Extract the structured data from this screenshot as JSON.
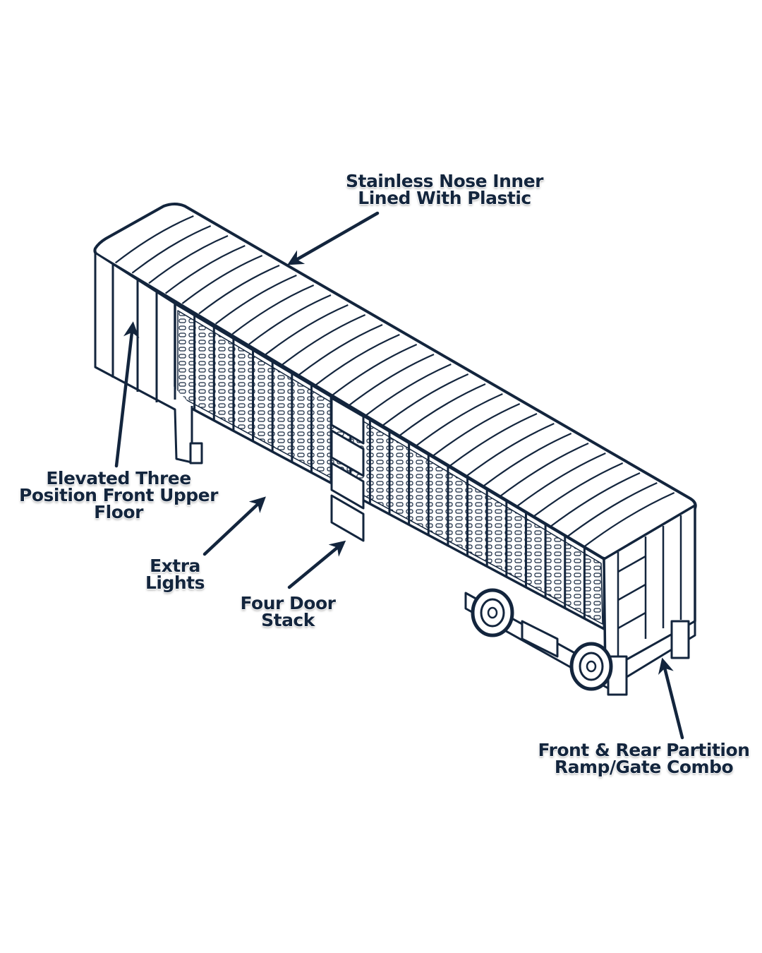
{
  "colors": {
    "ink": "#13253d",
    "background": "#ffffff"
  },
  "callouts": {
    "nose": {
      "line1": "Stainless Nose Inner",
      "line2": "Lined With Plastic"
    },
    "floor": {
      "line1": "Elevated Three",
      "line2": "Position Front Upper",
      "line3": "Floor"
    },
    "lights": {
      "line1": "Extra",
      "line2": "Lights"
    },
    "doors": {
      "line1": "Four Door",
      "line2": "Stack"
    },
    "ramp": {
      "line1": "Front & Rear Partition",
      "line2": "Ramp/Gate Combo"
    }
  }
}
